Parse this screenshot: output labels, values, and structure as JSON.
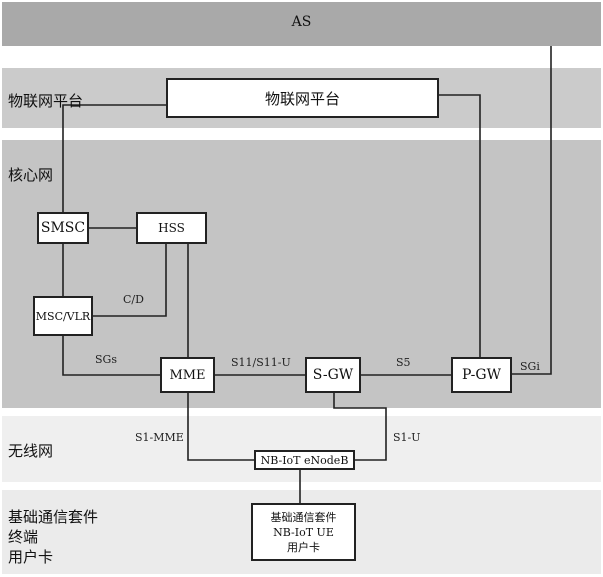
{
  "layers": {
    "as": "AS",
    "iot_platform": "物联网平台",
    "core": "核心网",
    "radio": "无线网",
    "terminal_line1": "基础通信套件",
    "terminal_line2": "终端",
    "terminal_line3": "用户卡"
  },
  "nodes": {
    "iot_platform": "物联网平台",
    "smsc": "SMSC",
    "hss": "HSS",
    "msc_vlr": "MSC/VLR",
    "mme": "MME",
    "sgw": "S-GW",
    "pgw": "P-GW",
    "enodeb": "NB-IoT eNodeB",
    "ue_line1": "基础通信套件",
    "ue_line2": "NB-IoT UE",
    "ue_line3": "用户卡"
  },
  "interfaces": {
    "cd": "C/D",
    "sgs": "SGs",
    "s11": "S11/S11-U",
    "s5": "S5",
    "sgi": "SGi",
    "s1_mme": "S1-MME",
    "s1_u": "S1-U"
  }
}
